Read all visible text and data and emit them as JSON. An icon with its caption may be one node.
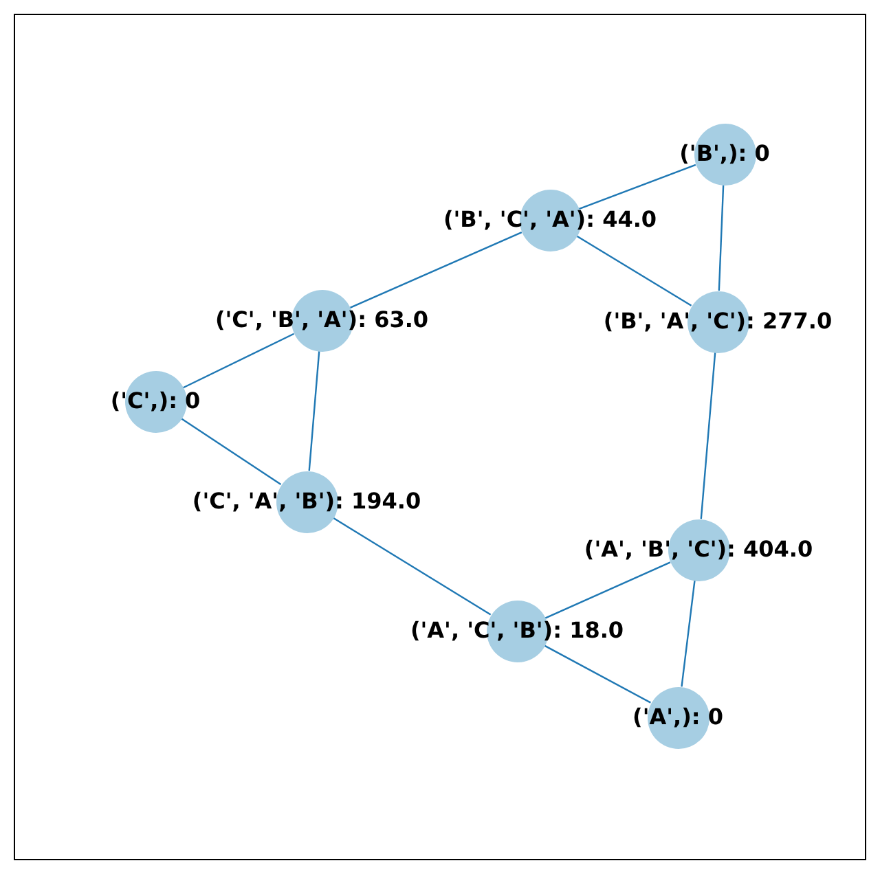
{
  "diagram": {
    "nodes": [
      {
        "text": [
          "('B',): 0"
        ]
      },
      {
        "text": [
          "('B', 'C', 'A'): 44.0"
        ]
      },
      {
        "text": [
          "('C', 'B', 'A'): 63.0"
        ]
      },
      {
        "text": [
          "('B', 'A', 'C'): 277.0"
        ]
      },
      {
        "text": [
          "('C',): 0"
        ]
      },
      {
        "text": [
          "('C', 'A', 'B'): 194.0"
        ]
      },
      {
        "text": [
          "('A', 'B', 'C'): 404.0"
        ]
      },
      {
        "text": [
          "('A', 'C', 'B'): 18.0"
        ]
      },
      {
        "text": [
          "('A',): 0"
        ]
      }
    ],
    "edges": [
      {
        "from": 0,
        "to": 1,
        "arrow": "none"
      },
      {
        "from": 0,
        "to": 3,
        "arrow": "none"
      },
      {
        "from": 1,
        "to": 3,
        "arrow": "none"
      },
      {
        "from": 1,
        "to": 2,
        "arrow": "none"
      },
      {
        "from": 2,
        "to": 4,
        "arrow": "none"
      },
      {
        "from": 2,
        "to": 5,
        "arrow": "none"
      },
      {
        "from": 4,
        "to": 5,
        "arrow": "none"
      },
      {
        "from": 5,
        "to": 7,
        "arrow": "none"
      },
      {
        "from": 7,
        "to": 6,
        "arrow": "none"
      },
      {
        "from": 7,
        "to": 8,
        "arrow": "none"
      },
      {
        "from": 6,
        "to": 8,
        "arrow": "none"
      },
      {
        "from": 3,
        "to": 6,
        "arrow": "none"
      }
    ]
  }
}
